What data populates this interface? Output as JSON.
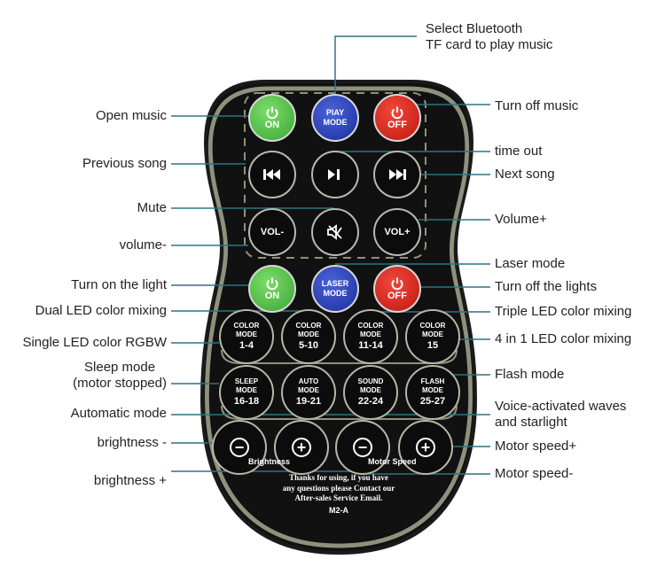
{
  "top_label": [
    "Select Bluetooth",
    "TF card to play music"
  ],
  "left_labels": {
    "open_music": "Open music",
    "previous_song": "Previous song",
    "mute": "Mute",
    "volume_down": "volume-",
    "turn_on_light": "Turn on the light",
    "dual_led": "Dual LED color mixing",
    "single_led": "Single LED color RGBW",
    "sleep_mode_1": "Sleep mode",
    "sleep_mode_2": "(motor stopped)",
    "automatic_mode": "Automatic mode",
    "brightness_down": "brightness -",
    "brightness_up": "brightness +"
  },
  "right_labels": {
    "turn_off_music": "Turn off music",
    "time_out": "time out",
    "next_song": "Next song",
    "volume_up": "Volume+",
    "laser_mode": "Laser mode",
    "turn_off_lights": "Turn off the lights",
    "triple_led": "Triple LED color mixing",
    "four_in_one": "4 in 1 LED color mixing",
    "flash_mode": "Flash mode",
    "voice_1": "Voice-activated waves",
    "voice_2": "and starlight",
    "motor_up": "Motor speed+",
    "motor_down": "Motor speed-"
  },
  "remote": {
    "music_on": "ON",
    "play_mode": [
      "PlAY",
      "MODE"
    ],
    "music_off": "OFF",
    "vol_down": "VOL-",
    "vol_up": "VOL+",
    "light_on": "ON",
    "laser_mode": [
      "LASER",
      "MODE"
    ],
    "light_off": "OFF",
    "color_modes": [
      {
        "l1": "COLOR",
        "l2": "MODE",
        "n": "1-4"
      },
      {
        "l1": "COLOR",
        "l2": "MODE",
        "n": "5-10"
      },
      {
        "l1": "COLOR",
        "l2": "MODE",
        "n": "11-14"
      },
      {
        "l1": "COLOR",
        "l2": "MODE",
        "n": "15"
      }
    ],
    "effect_modes": [
      {
        "l1": "SLEEP",
        "l2": "MODE",
        "n": "16-18"
      },
      {
        "l1": "AUTO",
        "l2": "MODE",
        "n": "19-21"
      },
      {
        "l1": "SOUND",
        "l2": "MODE",
        "n": "22-24"
      },
      {
        "l1": "FLASH",
        "l2": "MODE",
        "n": "25-27"
      }
    ],
    "minus": "−",
    "plus": "+",
    "brightness": "Brightness",
    "motor_speed": "Motor Speed",
    "note": [
      "Thanks for using, if you have",
      "any questions please Contact our",
      "After-sales Service Email."
    ],
    "model": "M2-A"
  },
  "colors": {
    "line": "#2e7382",
    "body": "#111111",
    "rim": "#8f917d",
    "green": "#3aa635",
    "blue": "#1c2f9c",
    "red": "#c0170f"
  }
}
